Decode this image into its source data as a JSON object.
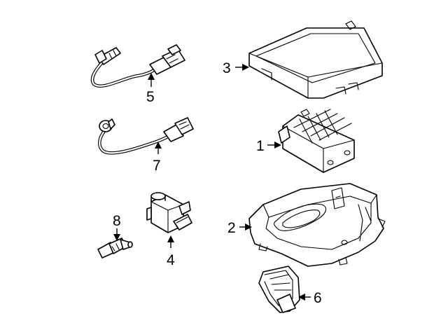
{
  "callouts": {
    "c1": "1",
    "c2": "2",
    "c3": "3",
    "c4": "4",
    "c5": "5",
    "c6": "6",
    "c7": "7",
    "c8": "8"
  },
  "colors": {
    "background": "#ffffff",
    "line": "#000000"
  }
}
